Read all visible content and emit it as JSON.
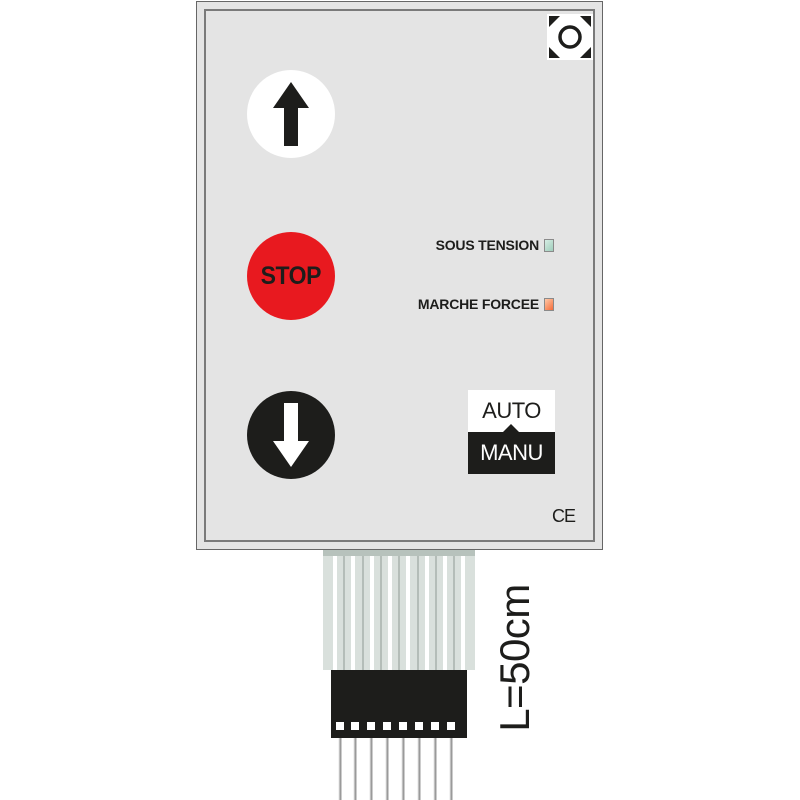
{
  "panel": {
    "buttons": {
      "up_icon": "arrow-up-icon",
      "stop_label": "STOP",
      "down_icon": "arrow-down-icon"
    },
    "indicators": [
      {
        "label": "SOUS TENSION",
        "color": "#a8d5c3"
      },
      {
        "label": "MARCHE FORCEE",
        "color": "#f26b3a"
      }
    ],
    "mode_switch": {
      "auto_label": "AUTO",
      "manu_label": "MANU"
    },
    "ce_mark": "CE",
    "colors": {
      "stop": "#e8191f",
      "down": "#1d1d1b",
      "panel": "#e4e4e4"
    }
  },
  "cable": {
    "length_label": "L=50cm"
  }
}
